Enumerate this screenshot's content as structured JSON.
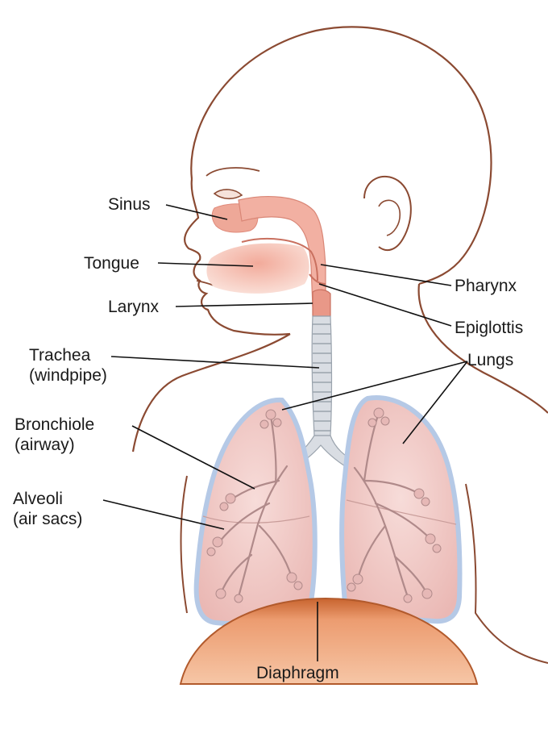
{
  "labels": {
    "sinus": "Sinus",
    "tongue": "Tongue",
    "larynx": "Larynx",
    "trachea": {
      "line1": "Trachea",
      "line2": "(windpipe)"
    },
    "bronchiole": {
      "line1": "Bronchiole",
      "line2": "(airway)"
    },
    "alveoli": {
      "line1": "Alveoli",
      "line2": "(air sacs)"
    },
    "pharynx": "Pharynx",
    "epiglottis": "Epiglottis",
    "lungs": "Lungs",
    "diaphragm": "Diaphragm"
  },
  "colors": {
    "outline": "#8b4a32",
    "lung_fill": "#f1c9c6",
    "lung_edge": "#b5c9e6",
    "airway_fill": "#f0a99b",
    "trachea_fill": "#d9dde3",
    "diaphragm_fill": "#e8a07a",
    "leader": "#111111"
  }
}
